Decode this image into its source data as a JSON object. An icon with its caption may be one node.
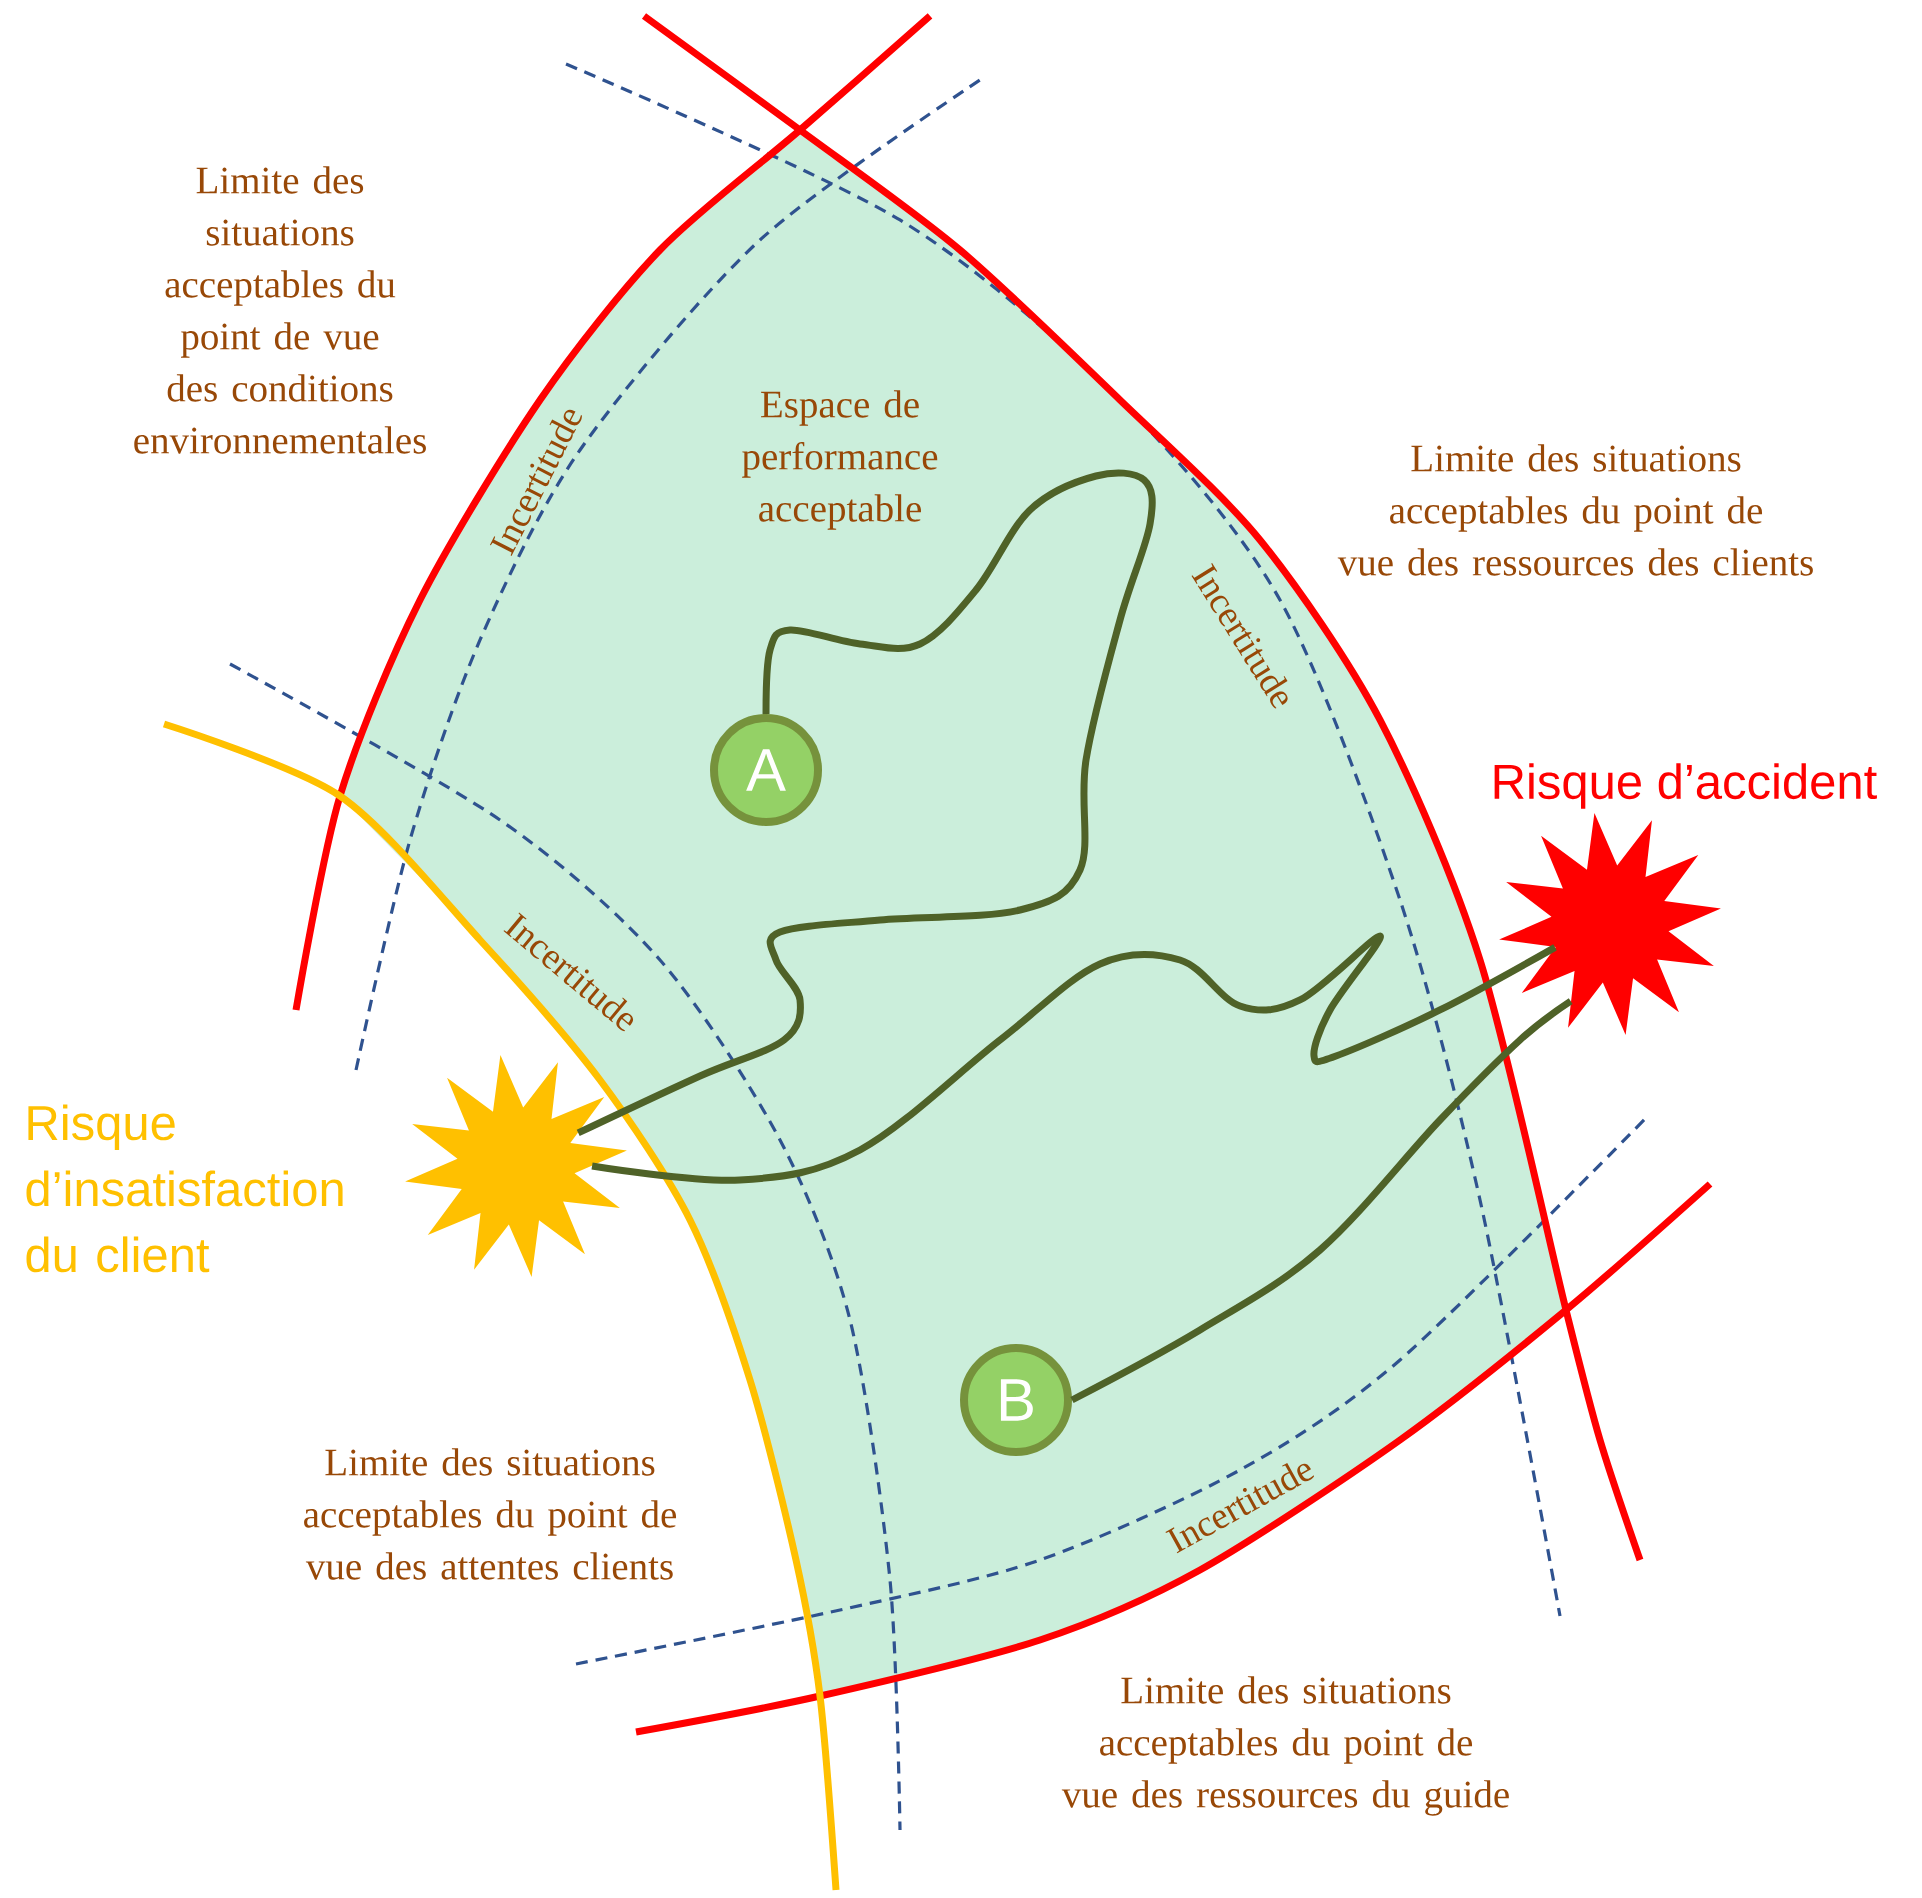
{
  "diagram": {
    "nodes": [
      {
        "text": [
          "A"
        ]
      },
      {
        "text": [
          "B"
        ]
      },
      {
        "text": [],
        "shape": "star",
        "beside": [
          "Risque d’insatisfaction du client"
        ]
      },
      {
        "text": [],
        "shape": "star",
        "beside": [
          "Risque d’accident"
        ]
      }
    ],
    "edges": [
      {
        "from": 0,
        "to": 2,
        "arrow": "none"
      },
      {
        "from": 2,
        "to": 3,
        "arrow": "none"
      },
      {
        "from": 1,
        "to": 3,
        "arrow": "none"
      }
    ],
    "labels": [
      "Limite des situations acceptables du point de vue des conditions environnementales",
      "Espace de performance acceptable",
      "Limite des situations acceptables du point de vue des ressources des clients",
      "Limite des situations acceptables du point de vue des attentes clients",
      "Limite des situations acceptables du point de vue des ressources du guide",
      "Incertitude",
      "Incertitude",
      "Incertitude",
      "Incertitude"
    ]
  }
}
